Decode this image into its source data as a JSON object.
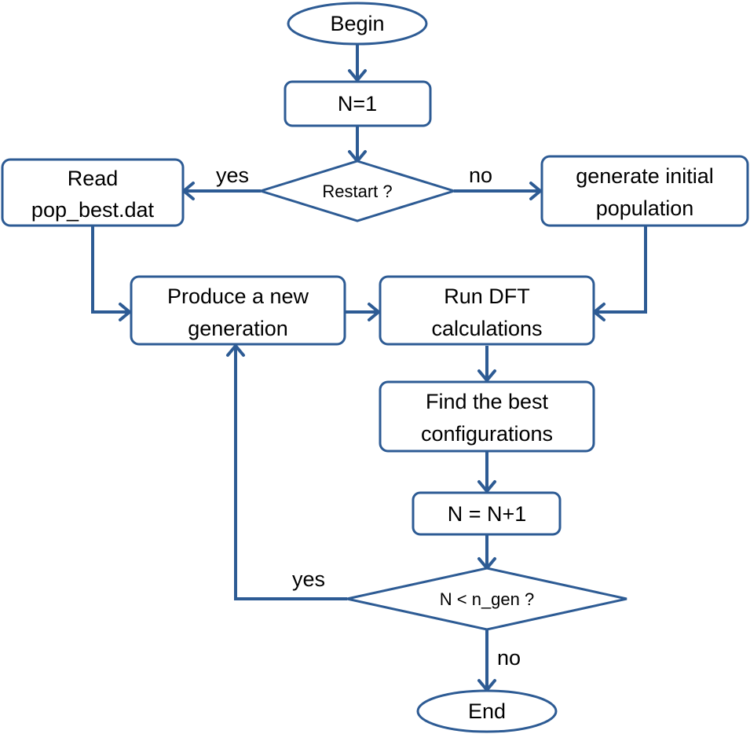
{
  "colors": {
    "stroke": "#2d5b94",
    "fill": "#ffffff",
    "text": "#000000"
  },
  "nodes": {
    "begin": {
      "label": "Begin"
    },
    "init_counter": {
      "label": "N=1"
    },
    "restart_decision": {
      "label": "Restart ?"
    },
    "read_file": {
      "line1": "Read",
      "line2": "pop_best.dat"
    },
    "generate_initial": {
      "line1": "generate initial",
      "line2": "population"
    },
    "produce_generation": {
      "line1": "Produce a new",
      "line2": "generation"
    },
    "run_dft": {
      "line1": "Run DFT",
      "line2": "calculations"
    },
    "find_best": {
      "line1": "Find the best",
      "line2": "configurations"
    },
    "increment_counter": {
      "label": "N = N+1"
    },
    "loop_decision": {
      "label": "N < n_gen ?"
    },
    "end": {
      "label": "End"
    }
  },
  "edges": {
    "restart_yes": "yes",
    "restart_no": "no",
    "loop_yes": "yes",
    "loop_no": "no"
  }
}
